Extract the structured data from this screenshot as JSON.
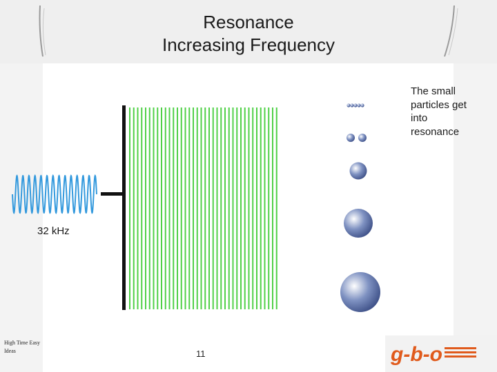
{
  "title": {
    "line1": "Resonance",
    "line2": "Increasing Frequency"
  },
  "annotation": {
    "line1": "The small",
    "line2": "particles get",
    "line3": "into",
    "line4": "resonance"
  },
  "frequency_label": "32 kHz",
  "footer": {
    "note_line1": "High Time Easy",
    "note_line2": "Ideas",
    "page_number": "11",
    "logo_text": "g-b-o"
  },
  "colors": {
    "wave": "#3399dd",
    "lines": "#4fd046",
    "transducer": "#111111",
    "particle": "#3a4f86",
    "logo": "#e05a1c"
  },
  "icons": [
    "sine-wave-icon",
    "particle-icon",
    "logo-icon"
  ]
}
